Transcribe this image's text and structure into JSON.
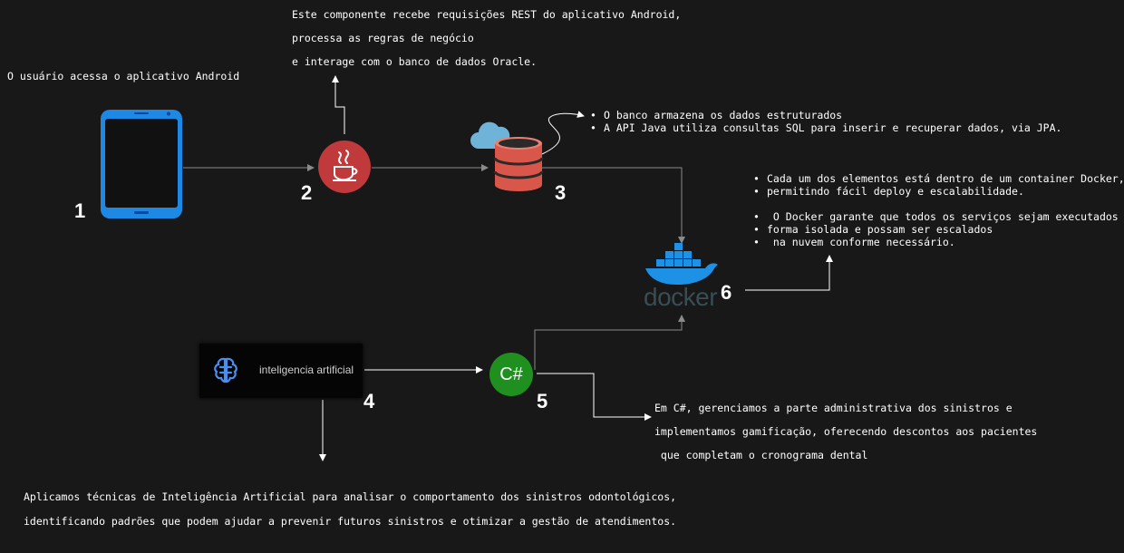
{
  "notes": {
    "user": "O usuário acessa o aplicativo Android",
    "java_api": [
      "Este componente recebe requisições REST do aplicativo Android,",
      "processa as regras de negócio",
      "e interage com o banco de dados Oracle."
    ],
    "database": [
      "O banco armazena os dados estruturados",
      "A API Java utiliza consultas SQL para inserir e recuperar dados, via JPA."
    ],
    "docker": [
      "Cada um dos elementos está dentro de um container Docker,",
      "permitindo fácil deploy e escalabilidade.",
      "",
      " O Docker garante que todos os serviços sejam executados de",
      "forma isolada e possam ser escalados",
      " na nuvem conforme necessário."
    ],
    "csharp": [
      "Em C#, gerenciamos a parte administrativa dos sinistros e",
      "implementamos gamificação, oferecendo descontos aos pacientes",
      " que completam o cronograma dental"
    ],
    "ai": [
      "Aplicamos técnicas de Inteligência Artificial para analisar o comportamento dos sinistros odontológicos,",
      "identificando padrões que podem ajudar a prevenir futuros sinistros e otimizar a gestão de atendimentos."
    ]
  },
  "numbers": {
    "n1": "1",
    "n2": "2",
    "n3": "3",
    "n4": "4",
    "n5": "5",
    "n6": "6"
  },
  "nodes": {
    "ai_label": "inteligencia artificial",
    "csharp_label": "C#",
    "docker_label": "docker"
  },
  "colors": {
    "background": "#181818",
    "android_blue": "#1e88e5",
    "java_red": "#c0393b",
    "db_red": "#d8564a",
    "docker_blue": "#1d91e6",
    "csharp_green": "#1f8f1f",
    "connector_gray": "#8a8a8a"
  },
  "icons": [
    "android-phone-icon",
    "java-icon",
    "cloud-icon",
    "database-icon",
    "docker-whale-icon",
    "brain-icon"
  ]
}
